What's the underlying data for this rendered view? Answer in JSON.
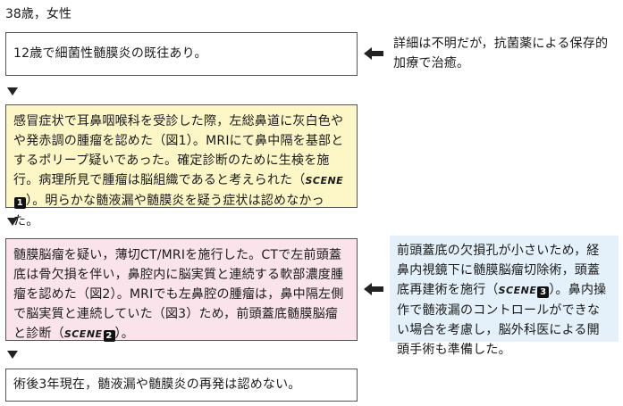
{
  "header": {
    "title": "38歳，女性"
  },
  "boxes": {
    "history": {
      "text": "12歳で細菌性髄膜炎の既往あり。"
    },
    "initial": {
      "before": "感冒症状で耳鼻咽喉科を受診した際，左総鼻道に灰白色やや発赤調の腫瘤を認めた（図1）。MRIにて鼻中隔を基部とするポリープ疑いであった。確定診断のために生検を施行。病理所見で腫瘤は脳組織であると考えられた（",
      "scene_label": "SCENE",
      "scene_num": "1",
      "after": "）。明らかな髄液漏や髄膜炎を疑う症状は認めなかった。"
    },
    "diagnosis": {
      "before": "髄膜脳瘤を疑い，薄切CT/MRIを施行した。CTで左前頭蓋底は骨欠損を伴い，鼻腔内に脳実質と連続する軟部濃度腫瘤を認めた（図2）。MRIでも左鼻腔の腫瘤は，鼻中隔左側で脳実質と連続していた（図3）ため，前頭蓋底髄膜脳瘤と診断（",
      "scene_label": "SCENE",
      "scene_num": "2",
      "after": "）。"
    },
    "outcome": {
      "text": "術後3年現在，髄液漏や髄膜炎の再発は認めない。"
    }
  },
  "notes": {
    "history_note": {
      "text": "詳細は不明だが，抗菌薬による保存的加療で治癒。"
    },
    "surgery_note": {
      "before": "前頭蓋底の欠損孔が小さいため，経鼻内視鏡下に髄膜脳瘤切除術，頭蓋底再建術を施行（",
      "scene_label": "SCENE",
      "scene_num": "3",
      "after": "）。鼻内操作で髄液漏のコントロールができない場合を考慮し，脳外科医による開頭手術も準備した。"
    }
  },
  "colors": {
    "yellow_box": "#fdf7c8",
    "pink_box": "#fbe3ec",
    "blue_note": "#e4f1fb",
    "border": "#555555",
    "arrow": "#222222"
  }
}
